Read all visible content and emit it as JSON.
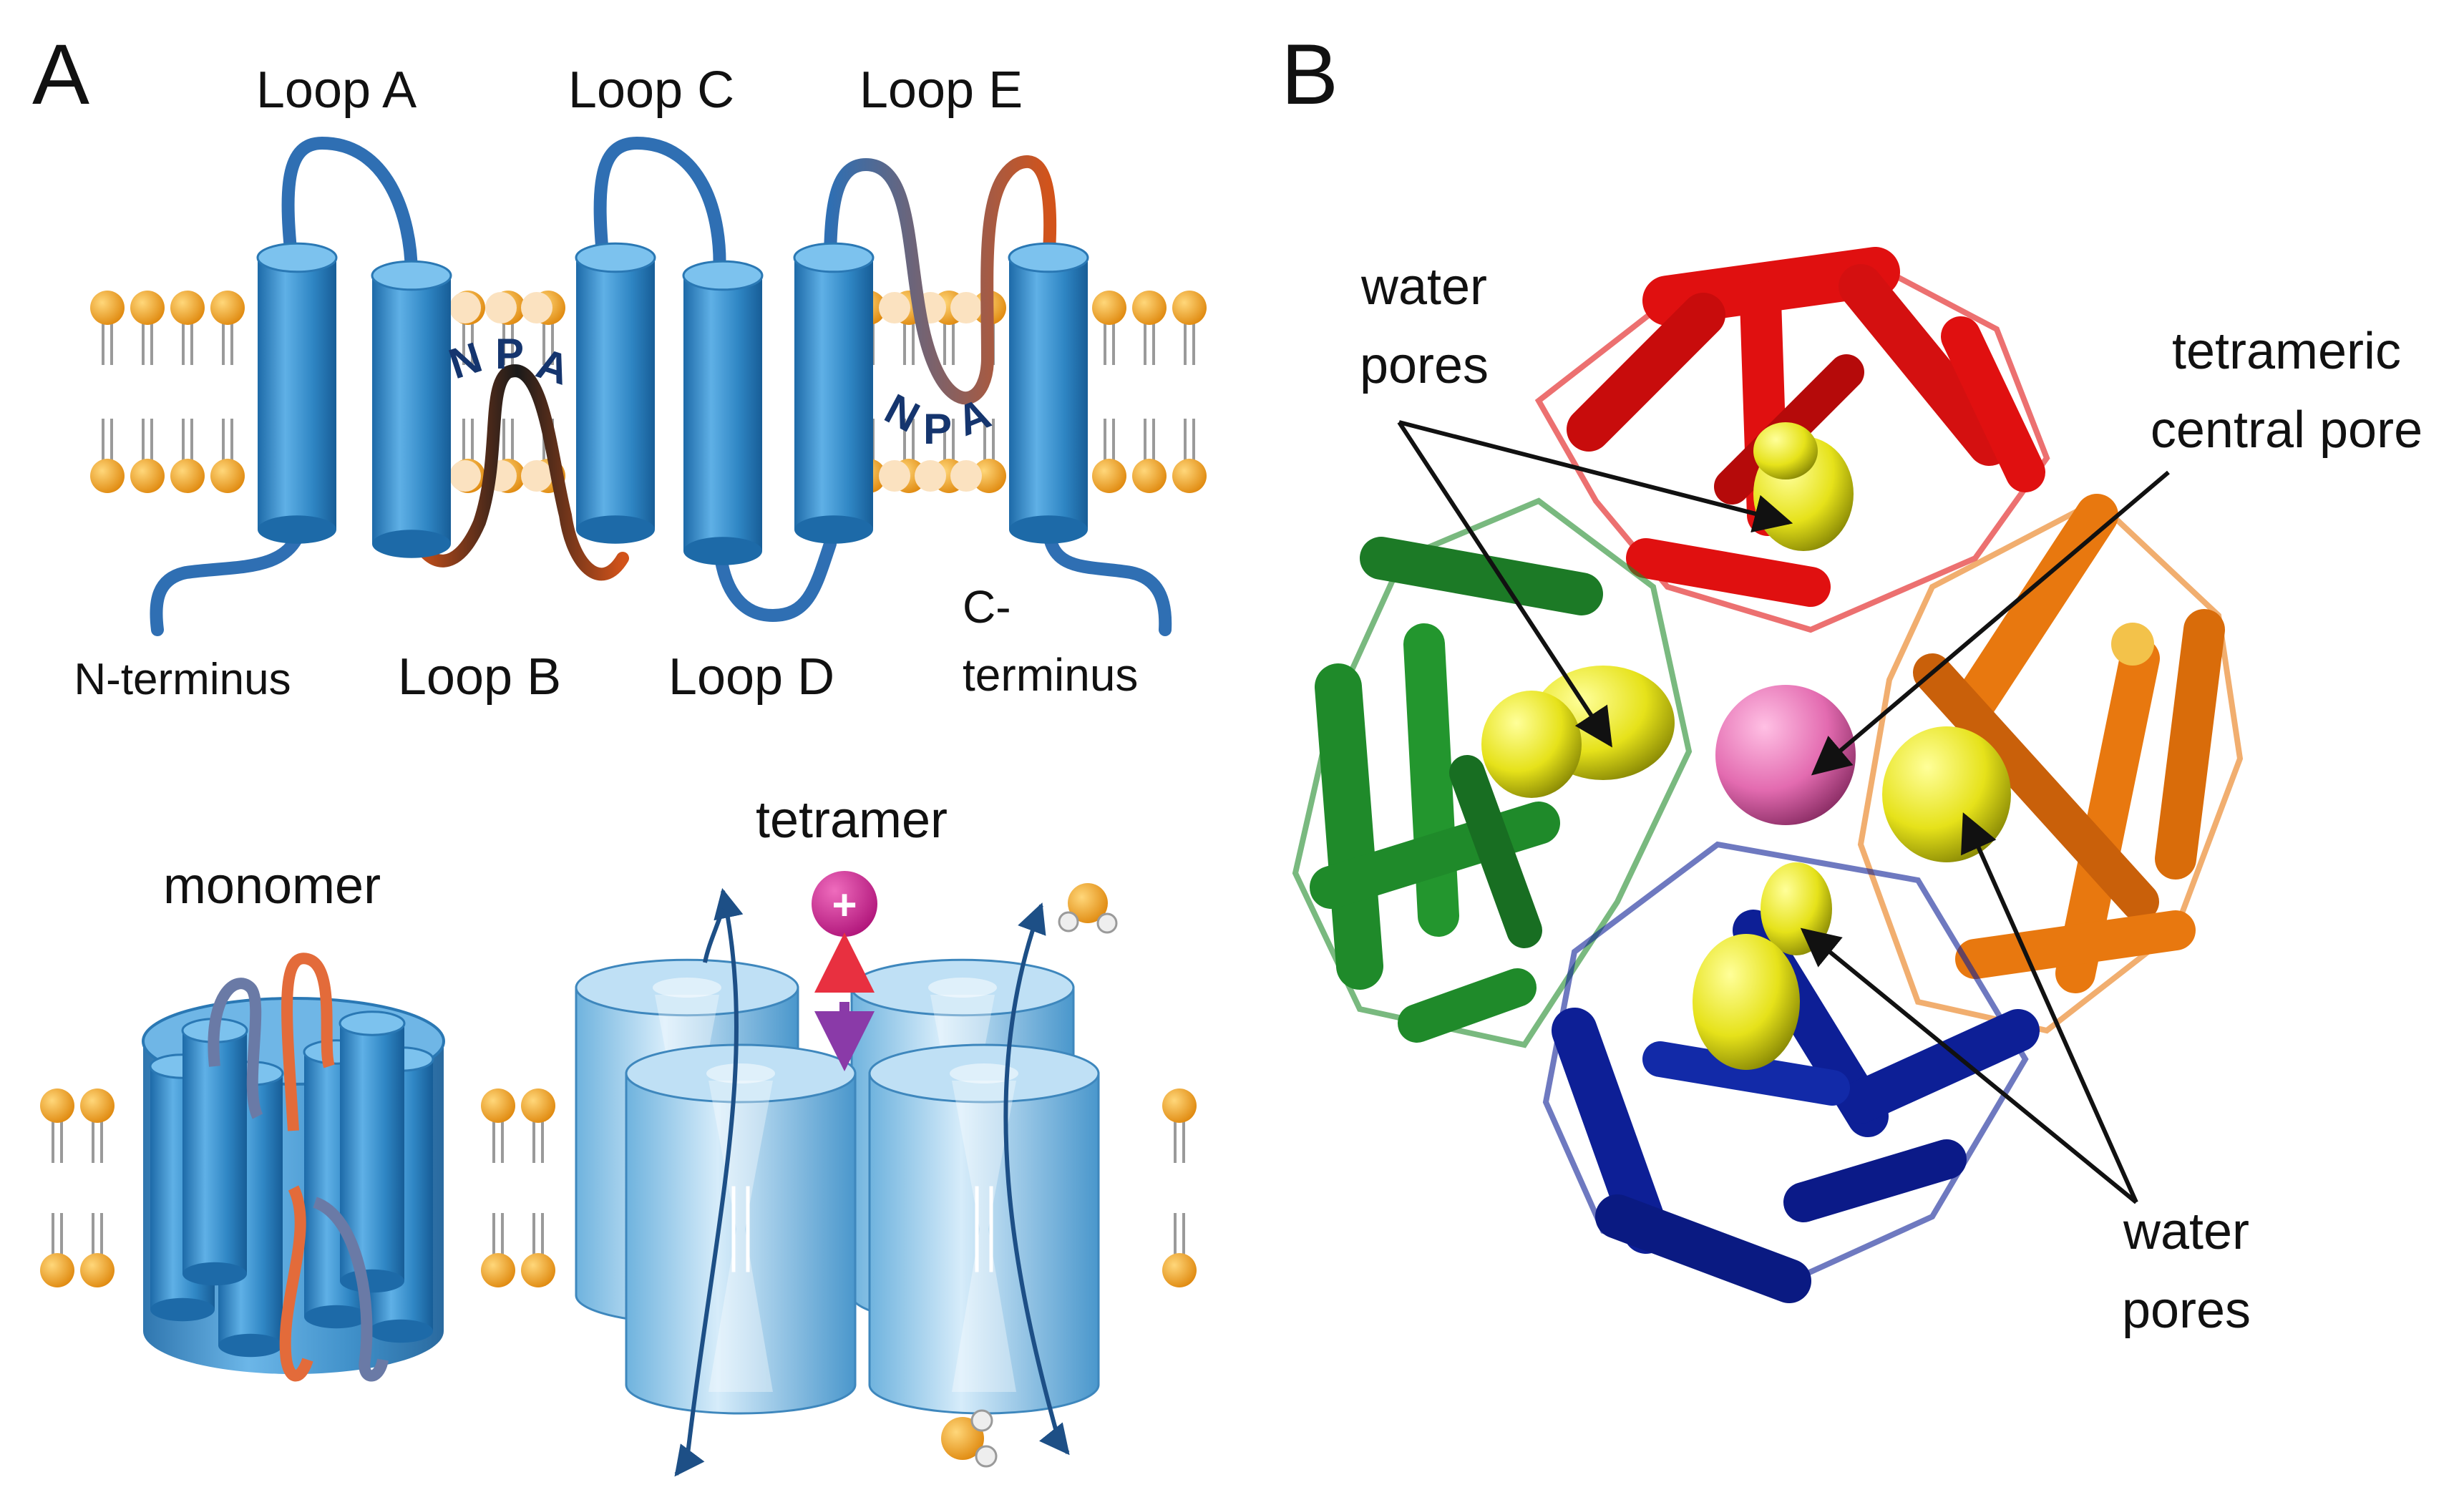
{
  "panel_a": {
    "letter": "A",
    "loops_top": [
      "Loop A",
      "Loop C",
      "Loop E"
    ],
    "loops_bottom": [
      "Loop B",
      "Loop D"
    ],
    "n_terminus": "N-terminus",
    "c_terminus_line1": "C-",
    "c_terminus_line2": "terminus",
    "npa_motif": [
      "N",
      "P",
      "A"
    ],
    "monomer_label": "monomer",
    "tetramer_label": "tetramer",
    "cation_symbol": "+"
  },
  "panel_b": {
    "letter": "B",
    "water_pores_upper_line1": "water",
    "water_pores_upper_line2": "pores",
    "central_pore_line1": "tetrameric",
    "central_pore_line2": "central pore",
    "water_pores_lower_line1": "water",
    "water_pores_lower_line2": "pores"
  },
  "colors": {
    "helix_blue": "#2f86c4",
    "lipid_head": "#f0a020",
    "loop_orange": "#d2531a",
    "subunit_red": "#e01010",
    "subunit_green": "#1f8a2a",
    "subunit_blue": "#0d1f96",
    "subunit_orange": "#e8780f",
    "water_pore_yellow": "#e6e21a",
    "central_pore_pink": "#e36bb0"
  }
}
